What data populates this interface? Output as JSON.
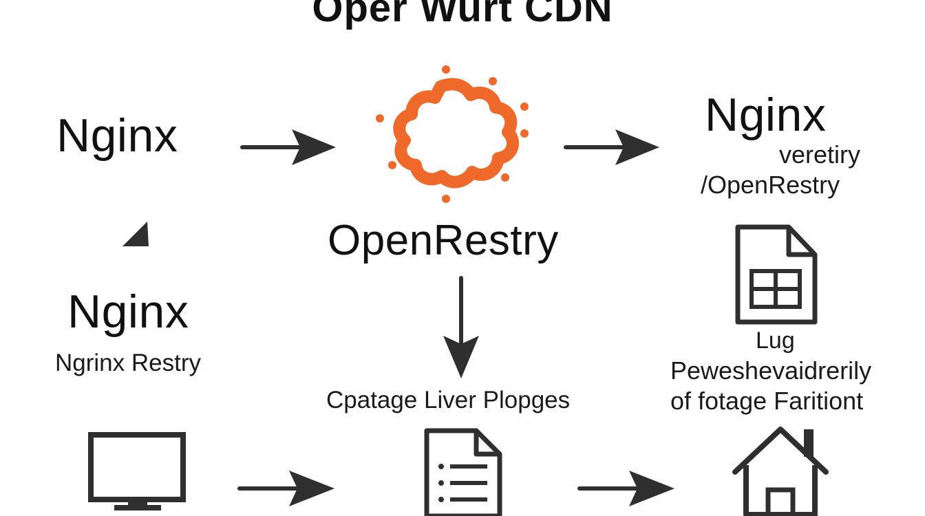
{
  "diagram": {
    "title": "Oper Wurt CDN",
    "nodes": {
      "nginx_left": "Nginx",
      "nginx_right": "Nginx",
      "nginx_right_sub_1": "veretiry",
      "nginx_right_sub_2": "/OpenRestry",
      "openresty": "OpenRestry",
      "nginx_lower": "Nginx",
      "nginx_lower_sub": "Ngrinx Restry",
      "center_bottom_caption": "Cpatage Liver Plopges",
      "right_caption_1": "Lug",
      "right_caption_2": "Peweshevaidrerily",
      "right_caption_3": "of fotage Faritiont"
    },
    "icons": [
      "openresty-logo-icon",
      "spreadsheet-file-icon",
      "monitor-icon",
      "document-list-icon",
      "house-icon"
    ],
    "colors": {
      "accent_orange": "#ef6a2a",
      "ink": "#2f2f2f",
      "text": "#111111"
    }
  }
}
